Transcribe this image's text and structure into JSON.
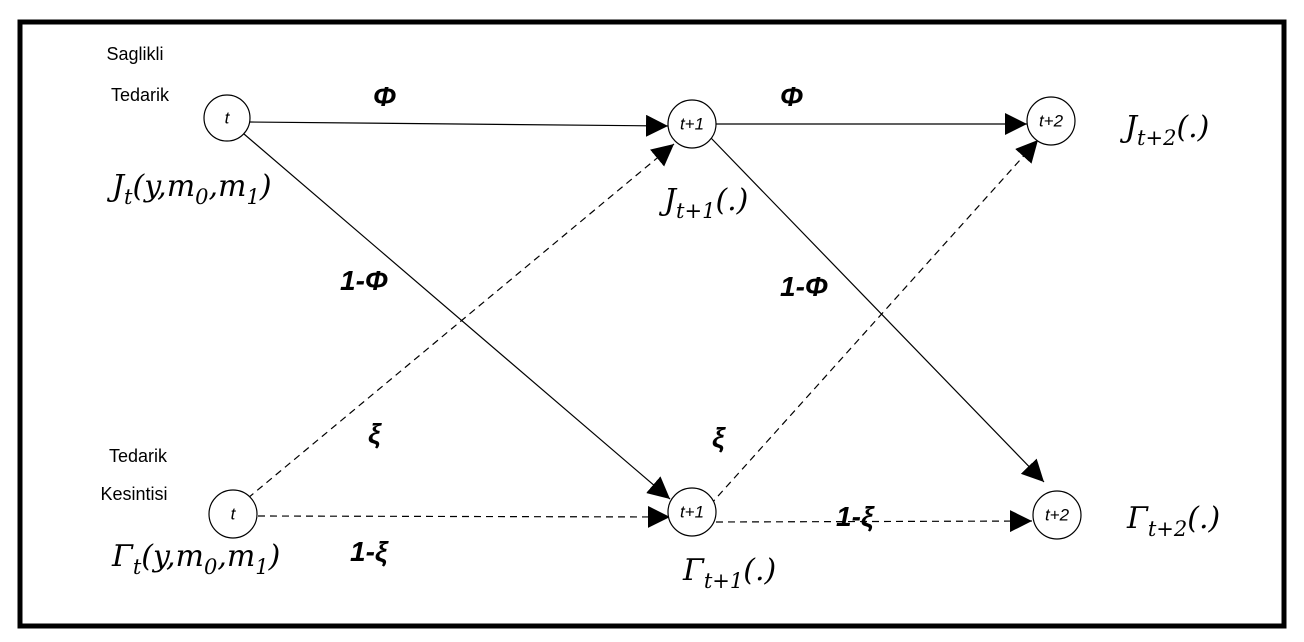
{
  "states": {
    "top": [
      "Saglikli",
      "Tedarik"
    ],
    "bottom": [
      "Tedarik",
      "Kesintisi"
    ]
  },
  "nodes": {
    "top_t": "t",
    "top_t1": "t+1",
    "top_t2": "t+2",
    "bot_t": "t",
    "bot_t1": "t+1",
    "bot_t2": "t+2"
  },
  "edges": {
    "phi_1": "Φ",
    "phi_2": "Φ",
    "one_minus_phi_1": "1-Φ",
    "one_minus_phi_2": "1-Φ",
    "xi_1": "ξ",
    "xi_2": "ξ",
    "one_minus_xi_1": "1-ξ",
    "one_minus_xi_2": "1-ξ"
  },
  "functions": {
    "J": "J",
    "Gamma": "Γ",
    "t_sub": "t",
    "t1_sub": "t+1",
    "t2_sub": "t+2",
    "args_open": "(y,m",
    "m0_sub": "0",
    "comma_m": ",m",
    "m1_sub": "1",
    "args_close": ")",
    "dot_args": "(.)"
  }
}
